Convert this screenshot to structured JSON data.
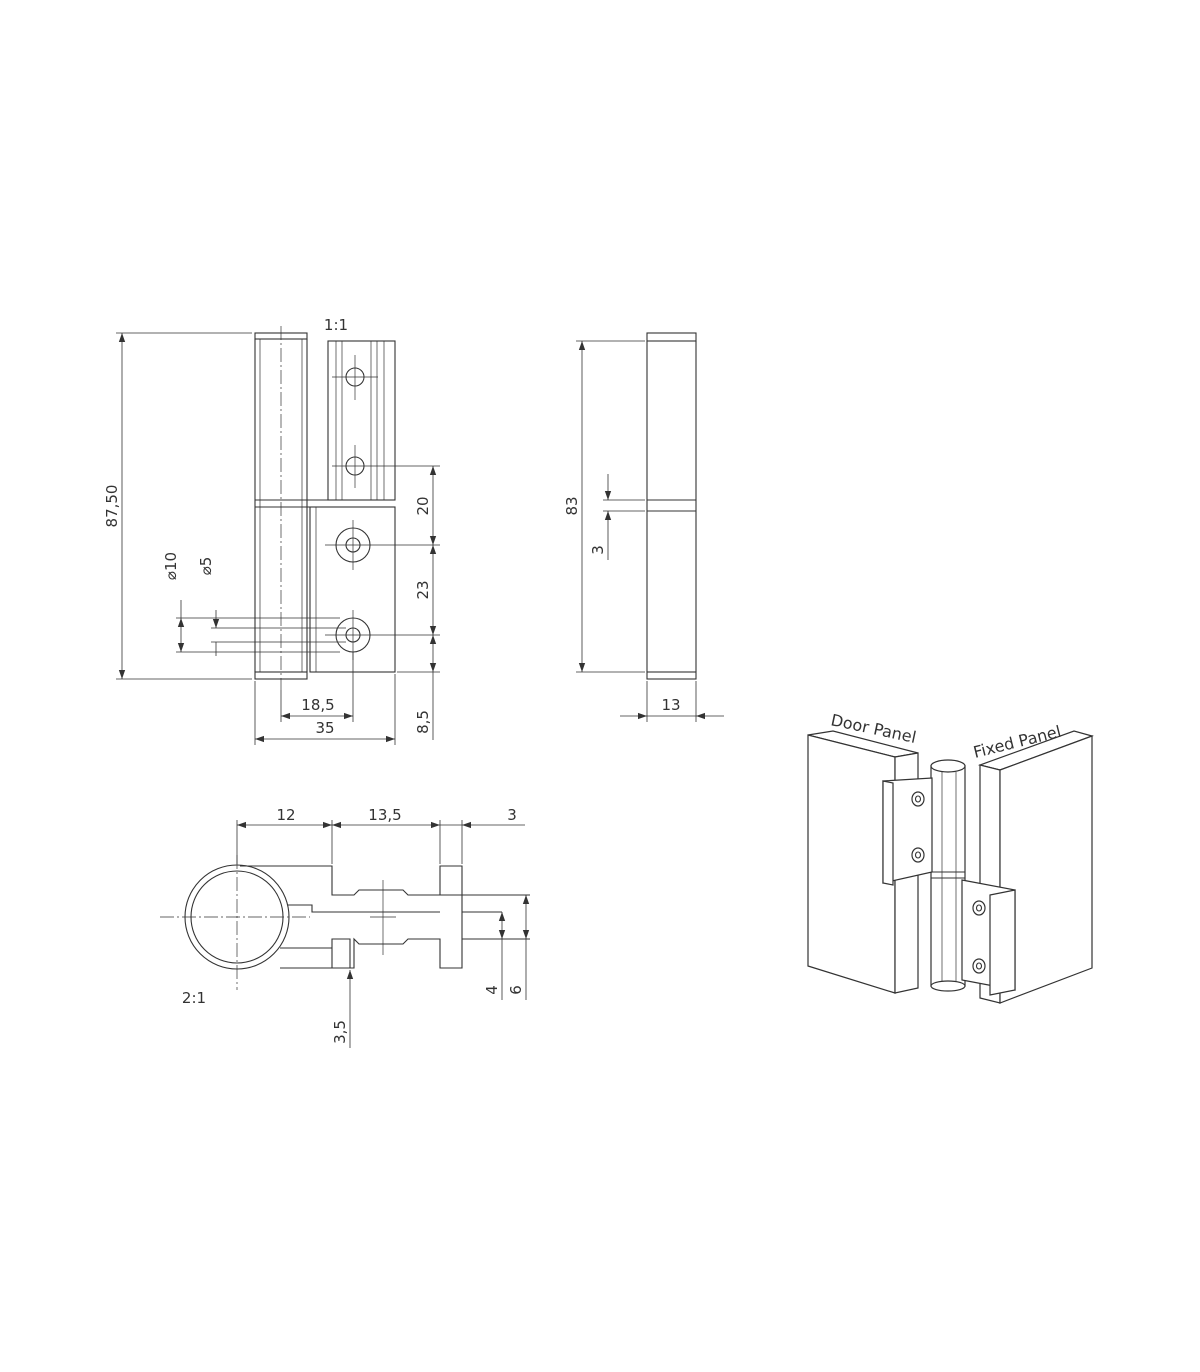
{
  "front_view": {
    "scale": "1:1",
    "dims": {
      "overall_height": "87,50",
      "diam_outer": "⌀10",
      "diam_inner": "⌀5",
      "hole_spacing_upper": "20",
      "hole_spacing_lower": "23",
      "bottom_offset": "8,5",
      "hole_x_offset": "18,5",
      "overall_width": "35"
    }
  },
  "side_view": {
    "dims": {
      "height": "83",
      "gap": "3",
      "thickness": "13"
    }
  },
  "top_view": {
    "scale": "2:1",
    "dims": {
      "knuckle_width": "12",
      "leaf_span": "13,5",
      "plate_thickness": "3",
      "slot_depth": "3,5",
      "inner_height": "4",
      "outer_height": "6"
    }
  },
  "iso_view": {
    "labels": {
      "door_panel": "Door Panel",
      "fixed_panel": "Fixed Panel"
    }
  }
}
